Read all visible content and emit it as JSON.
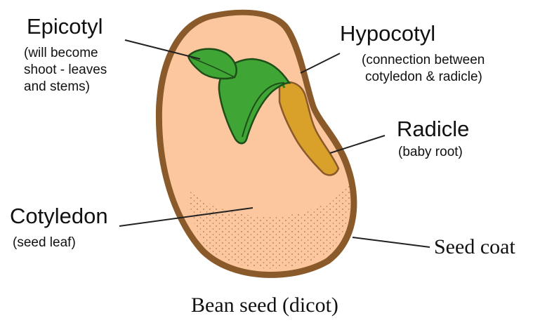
{
  "labels": {
    "epicotyl": {
      "title": "Epicotyl",
      "lines": [
        "(will become",
        "shoot - leaves",
        "and stems)"
      ]
    },
    "hypocotyl": {
      "title": "Hypocotyl",
      "lines": [
        "(connection between",
        "cotyledon & radicle)"
      ]
    },
    "radicle": {
      "title": "Radicle",
      "note": "(baby root)"
    },
    "cotyledon": {
      "title": "Cotyledon",
      "note": "(seed leaf)"
    },
    "seed_coat": "Seed coat"
  },
  "caption": "Bean seed (dicot)",
  "colors": {
    "seed_coat": "#8b5a2b",
    "cotyledon": "#fcc79e",
    "leaf": "#3fa535",
    "leaf_dark": "#2d7f27",
    "radicle": "#d9a02a"
  }
}
